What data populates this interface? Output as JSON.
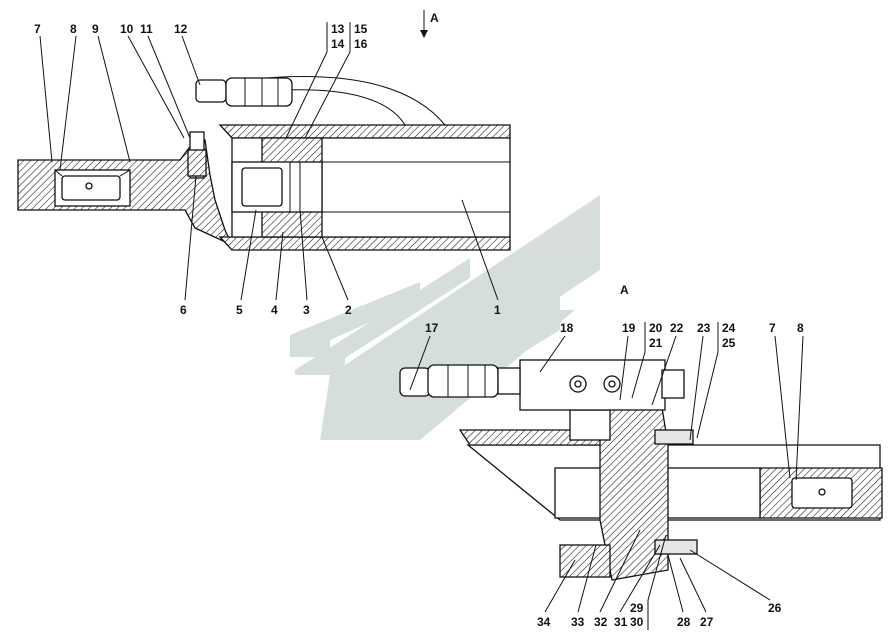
{
  "view": {
    "arrow_label": "A",
    "view_label": "A"
  },
  "callouts_top": [
    "7",
    "8",
    "9",
    "10",
    "11",
    "12",
    "13",
    "14",
    "15",
    "16",
    "6",
    "5",
    "4",
    "3",
    "2",
    "1"
  ],
  "callouts_bottom": [
    "17",
    "18",
    "19",
    "20",
    "21",
    "22",
    "23",
    "24",
    "25",
    "7",
    "8",
    "34",
    "33",
    "32",
    "31",
    "29",
    "30",
    "28",
    "27",
    "26"
  ],
  "colors": {
    "line": "#111111",
    "watermark": "#c9d3d2",
    "background": "#ffffff"
  },
  "icons": {
    "watermark": "logo-chevrons-icon",
    "view_arrow": "arrow-down-icon"
  }
}
